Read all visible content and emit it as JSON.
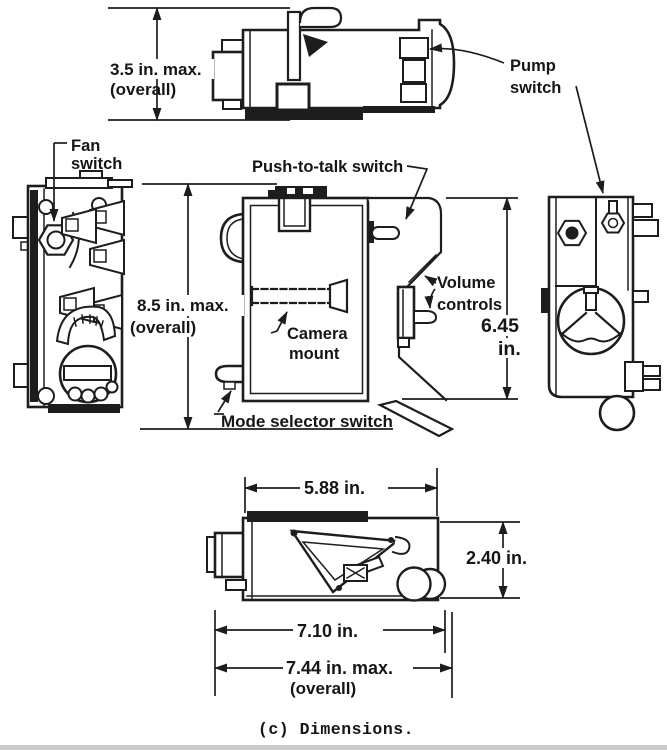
{
  "figure": {
    "caption": "(c) Dimensions."
  },
  "dimensions": {
    "top_view_height": {
      "value": "3.5 in. max.",
      "note": "(overall)"
    },
    "front_view_height": {
      "value": "8.5 in. max.",
      "note": "(overall)"
    },
    "body_height": {
      "value": "6.45",
      "unit": "in."
    },
    "top_width": {
      "value": "5.88 in."
    },
    "depth": {
      "value": "2.40 in."
    },
    "lower_width": {
      "value": "7.10 in."
    },
    "overall_width": {
      "value": "7.44 in. max.",
      "note": "(overall)"
    }
  },
  "callouts": {
    "pump_switch": [
      "Pump",
      "switch"
    ],
    "fan_switch": [
      "Fan",
      "switch"
    ],
    "push_to_talk": "Push-to-talk switch",
    "volume_controls": [
      "Volume",
      "controls"
    ],
    "camera_mount": [
      "Camera",
      "mount"
    ],
    "mode_selector": "Mode selector switch"
  },
  "colors": {
    "ink": "#1d1d1d",
    "paper": "#ffffff",
    "page_edge": "#c9c9c9"
  }
}
